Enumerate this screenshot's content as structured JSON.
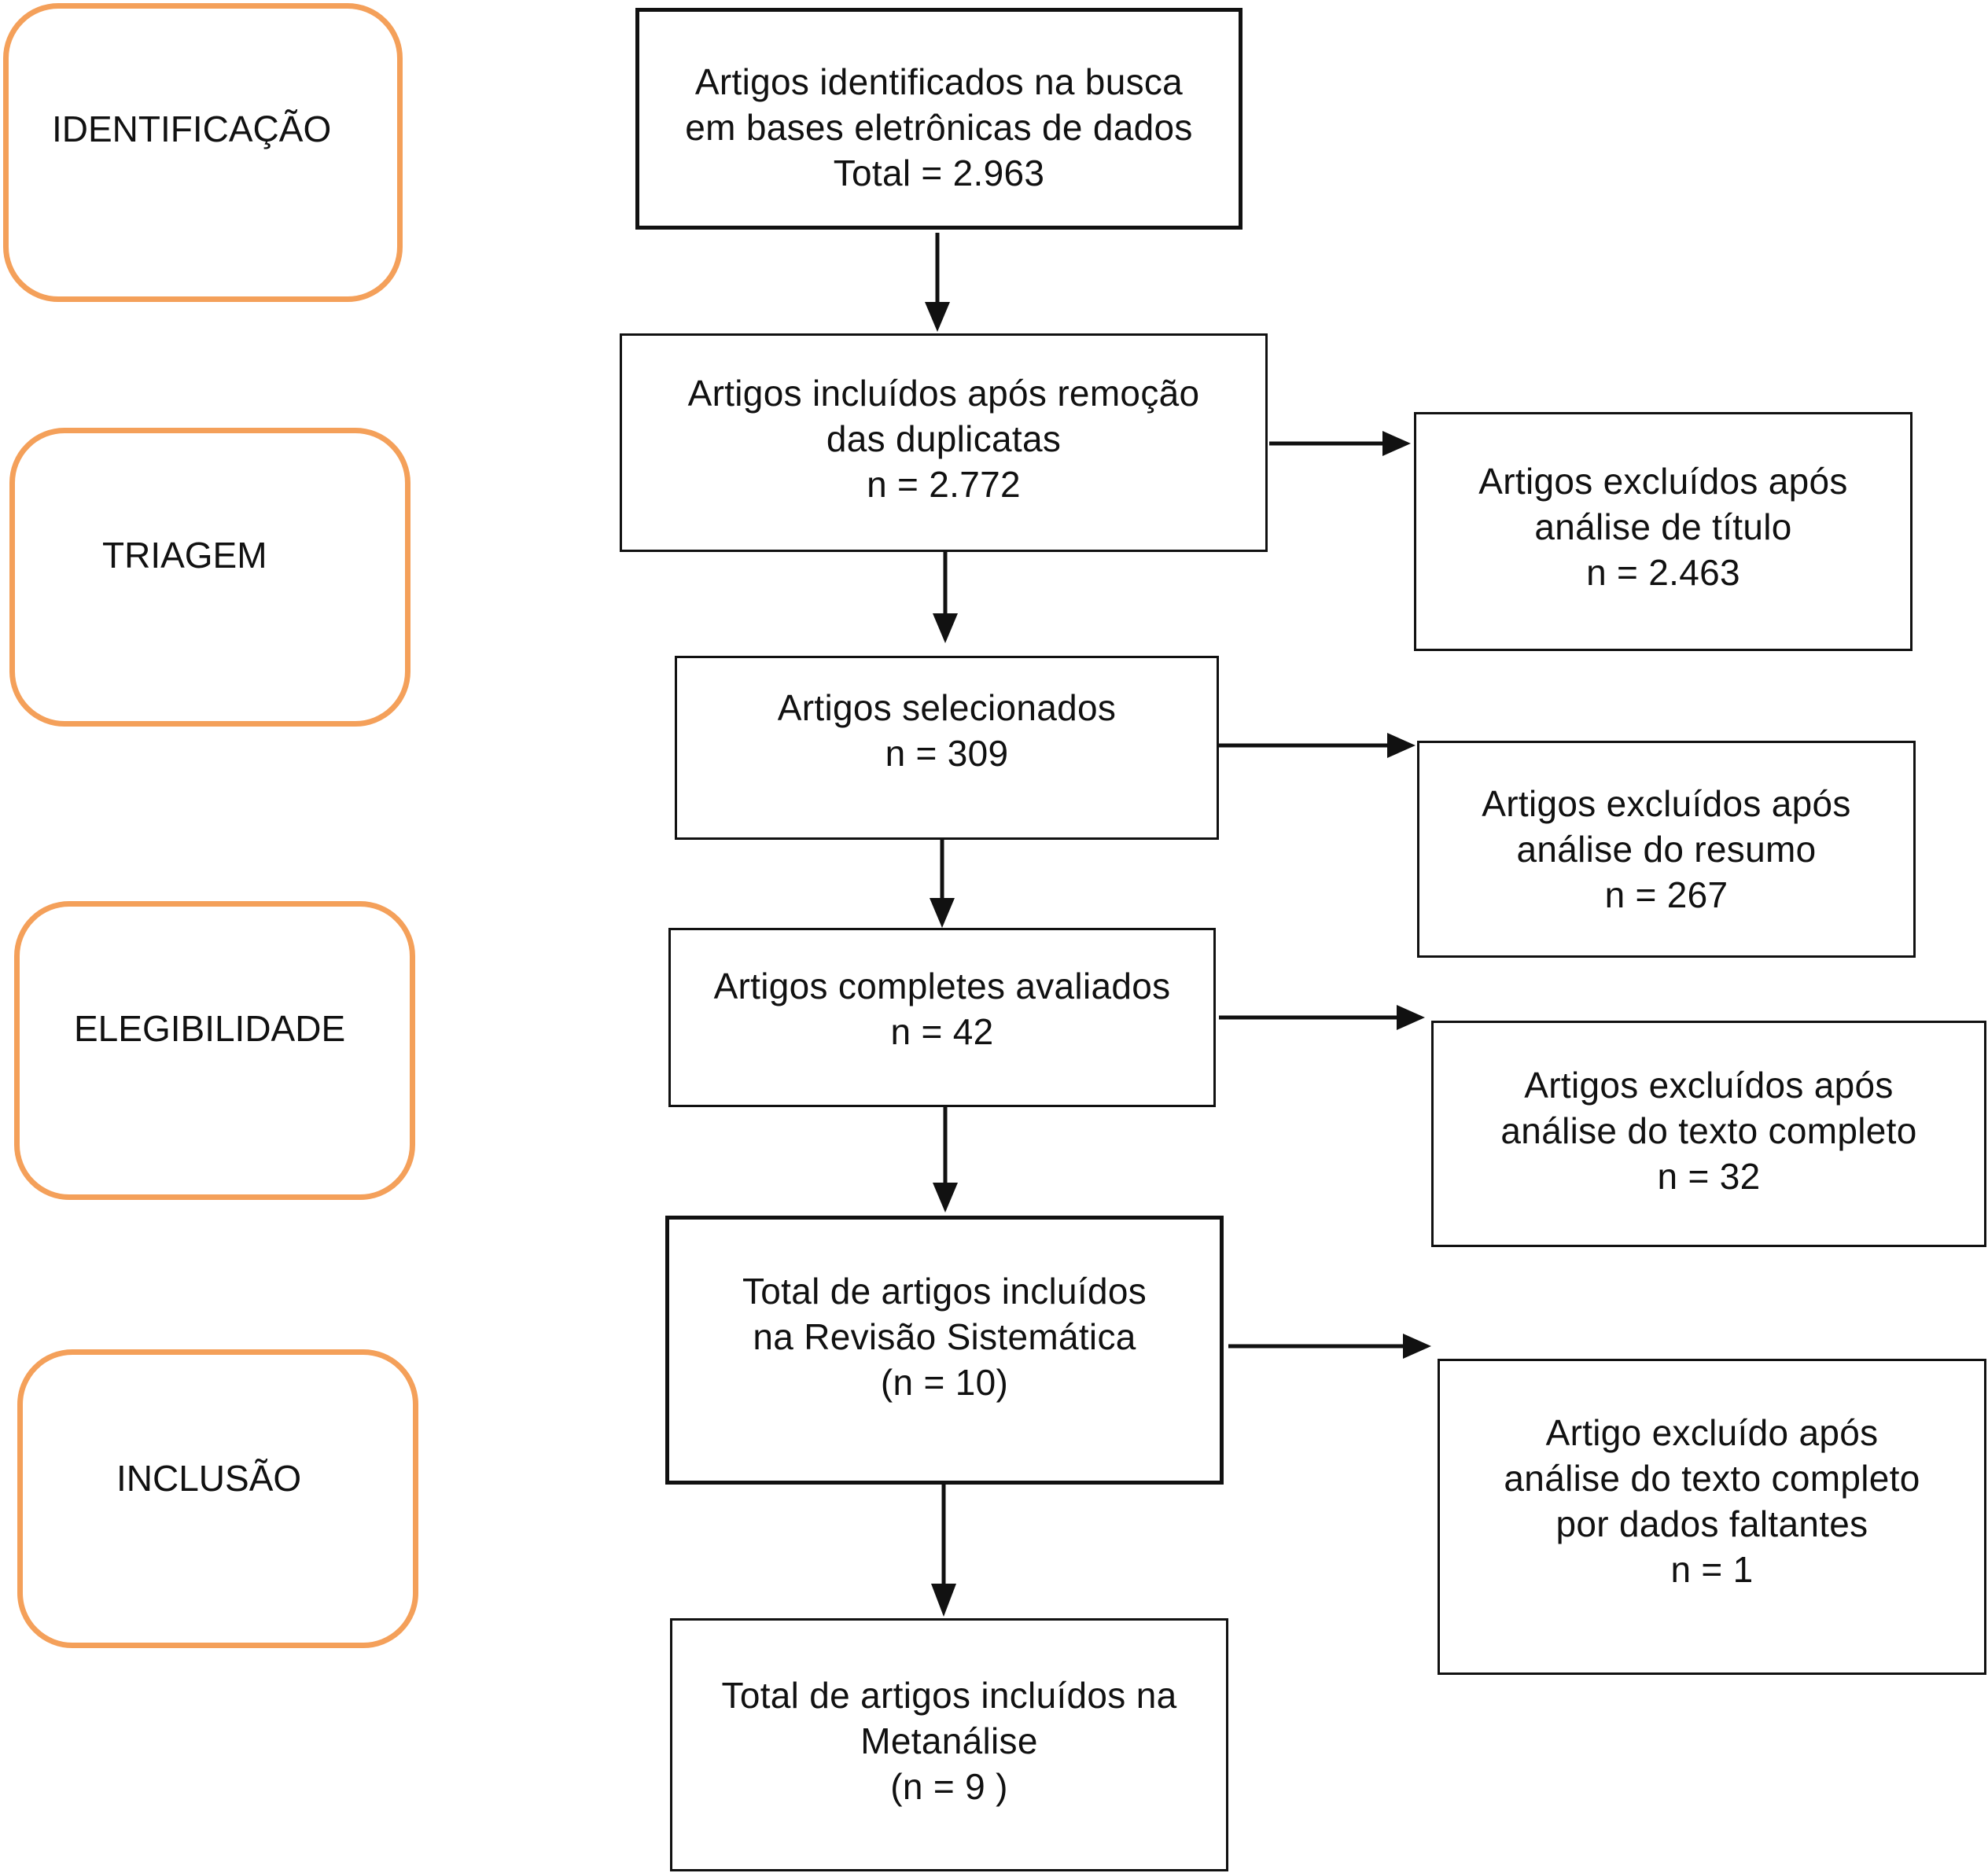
{
  "phases": {
    "identificacao": "IDENTIFICAÇÃO",
    "triagem": "TRIAGEM",
    "elegibilidade": "ELEGIBILIDADE",
    "inclusao": "INCLUSÃO"
  },
  "boxes": {
    "identified": [
      "Artigos identificados na busca",
      "em bases eletrônicas de dados",
      "Total = 2.963"
    ],
    "after_duplicates": [
      "Artigos incluídos após remoção",
      "das duplicatas",
      "n = 2.772"
    ],
    "excluded_title": [
      "Artigos excluídos após",
      "análise de título",
      "n = 2.463"
    ],
    "selected": [
      "Artigos selecionados",
      "n = 309"
    ],
    "excluded_abstract": [
      "Artigos excluídos após",
      "análise do resumo",
      "n = 267"
    ],
    "full_text_assessed": [
      "Artigos completes avaliados",
      "n = 42"
    ],
    "excluded_full_text": [
      "Artigos excluídos após",
      "análise do texto completo",
      "n = 32"
    ],
    "systematic_review": [
      "Total de artigos incluídos",
      "na Revisão Sistemática",
      "(n = 10)"
    ],
    "excluded_missing_data": [
      "Artigo excluído após",
      "análise do texto completo",
      "por dados faltantes",
      "n = 1"
    ],
    "meta_analysis": [
      "Total de artigos incluídos na",
      "Metanálise",
      "(n = 9 )"
    ]
  }
}
